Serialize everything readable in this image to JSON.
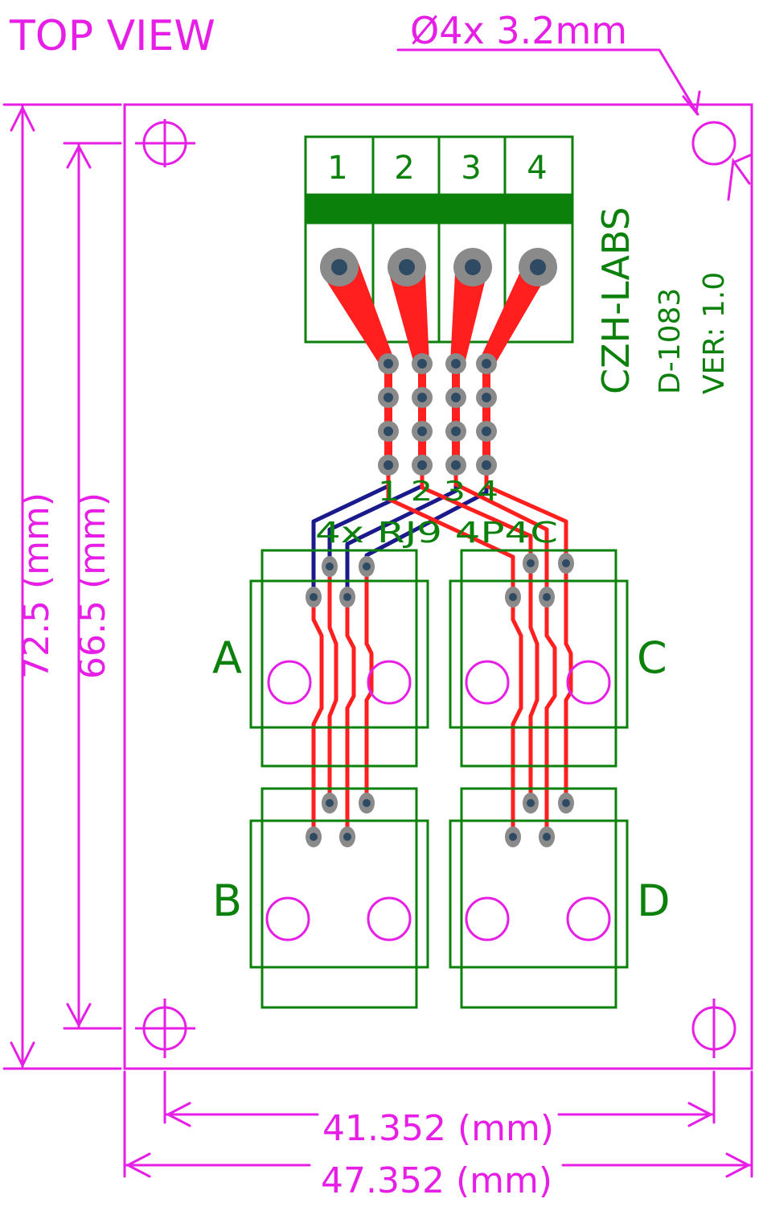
{
  "header": {
    "view_label": "TOP VIEW",
    "hole_note": "Ø4x  3.2mm"
  },
  "dimensions": {
    "outer_height": "72.5  (mm)",
    "inner_height": "66.5  (mm)",
    "inner_width": "41.352  (mm)",
    "outer_width": "47.352  (mm)"
  },
  "board": {
    "brand": "CZH-LABS",
    "part_number": "D-1083",
    "version": "VER: 1.0",
    "header_pins_label": "1 2 3 4",
    "connector_label": "4x  RJ9  4P4C"
  },
  "terminal_block": {
    "pins": [
      "1",
      "2",
      "3",
      "4"
    ]
  },
  "jacks": [
    "A",
    "B",
    "C",
    "D"
  ],
  "colors": {
    "dimension": "#e61ee6",
    "silkscreen": "#0b800b",
    "top_copper": "#ff2020",
    "bottom_copper": "#1a1a8c",
    "pad": "#8a8a8a",
    "drill": "#2f4a63"
  }
}
